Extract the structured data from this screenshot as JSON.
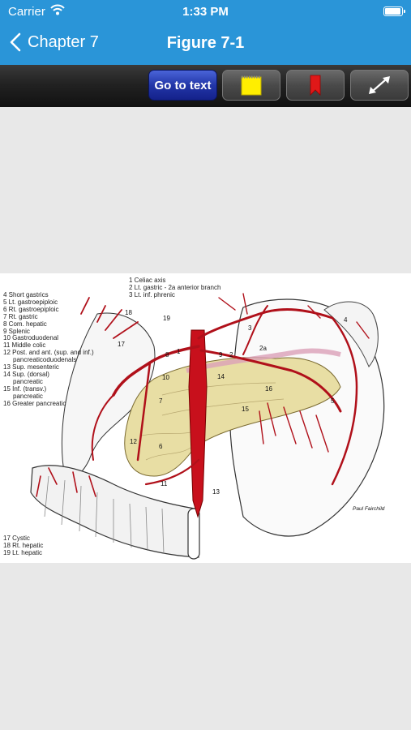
{
  "status": {
    "carrier": "Carrier",
    "time": "1:33 PM"
  },
  "nav": {
    "back_label": "Chapter 7",
    "title": "Figure 7-1"
  },
  "toolbar": {
    "goto_label": "Go to text",
    "note_icon": "yellow-note-icon",
    "bookmark_icon": "red-bookmark-icon",
    "expand_icon": "expand-arrows-icon"
  },
  "figure": {
    "legend_top": [
      "1 Celiac axis",
      "2 Lt. gastric - 2a anterior branch",
      "3 Lt. inf. phrenic"
    ],
    "legend_left": [
      "4 Short gastrics",
      "5 Lt. gastroepiploic",
      "6 Rt. gastroepiploic",
      "7 Rt. gastric",
      "8 Com. hepatic",
      "9 Splenic",
      "10 Gastroduodenal",
      "11 Middle colic",
      "12 Post. and ant. (sup. and inf.)",
      "pancreaticoduodenals",
      "13 Sup. mesenteric",
      "14 Sup. (dorsal)",
      "pancreatic",
      "15 Inf. (transv.)",
      "pancreatic",
      "16 Greater pancreatic"
    ],
    "legend_bottom": [
      "17 Cystic",
      "18 Rt. hepatic",
      "19 Lt. hepatic"
    ],
    "labels": [
      "1",
      "2",
      "2a",
      "3",
      "4",
      "5",
      "6",
      "7",
      "8",
      "9",
      "10",
      "11",
      "12",
      "13",
      "14",
      "15",
      "16",
      "17",
      "18",
      "19"
    ],
    "signature": "Paul Fairchild"
  }
}
